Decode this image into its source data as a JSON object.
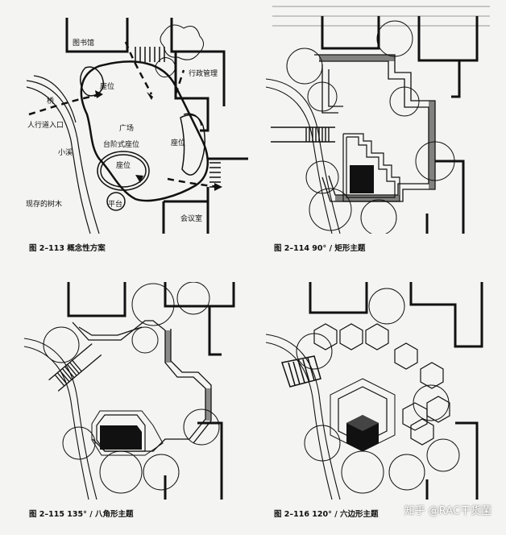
{
  "figures": [
    {
      "caption": "图 2–113   概念性方案",
      "labels": {
        "library": "图书馆",
        "admin": "行政管理",
        "bridge": "桥",
        "entrance": "人行道入口",
        "creek": "小溪",
        "seat_a": "座位",
        "plaza": "广场",
        "terraced_seat": "台阶式座位",
        "seat_b": "座位",
        "seat_c": "座位",
        "trees": "现存的树木",
        "platform": "平台",
        "meeting": "会议室"
      }
    },
    {
      "caption": "图 2–114   90° / 矩形主题"
    },
    {
      "caption": "图 2–115   135° / 八角形主题"
    },
    {
      "caption": "图 2–116   120° / 六边形主题"
    }
  ],
  "watermark": "知乎 @RAC干货菌"
}
